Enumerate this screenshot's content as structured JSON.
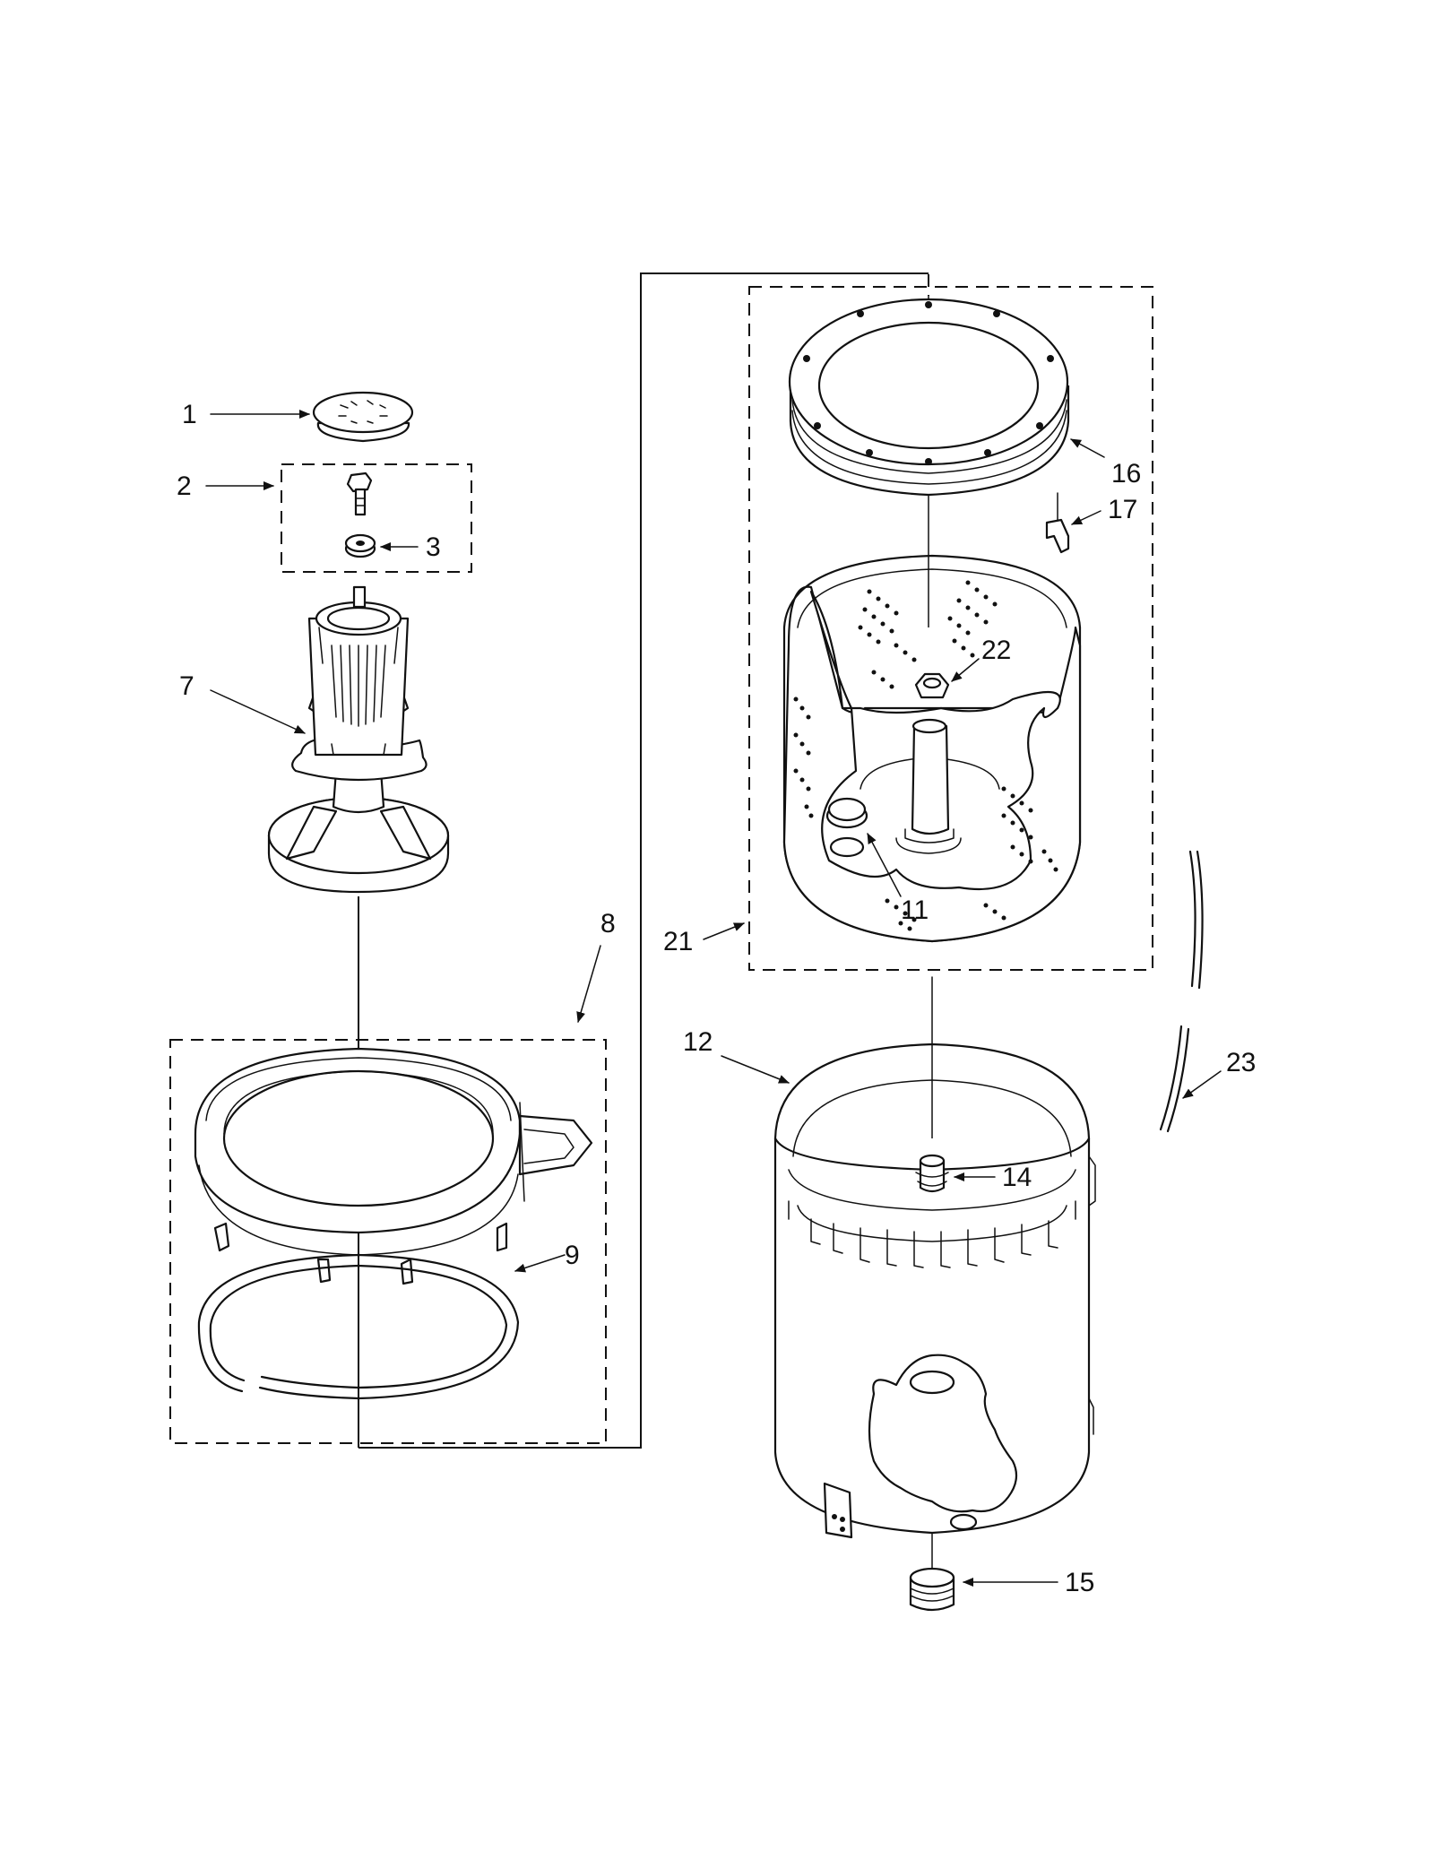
{
  "callouts": [
    {
      "id": "1",
      "text": "1"
    },
    {
      "id": "2",
      "text": "2"
    },
    {
      "id": "3",
      "text": "3"
    },
    {
      "id": "7",
      "text": "7"
    },
    {
      "id": "8",
      "text": "8"
    },
    {
      "id": "9",
      "text": "9"
    },
    {
      "id": "11",
      "text": "11"
    },
    {
      "id": "12",
      "text": "12"
    },
    {
      "id": "14",
      "text": "14"
    },
    {
      "id": "15",
      "text": "15"
    },
    {
      "id": "16",
      "text": "16"
    },
    {
      "id": "17",
      "text": "17"
    },
    {
      "id": "21",
      "text": "21"
    },
    {
      "id": "22",
      "text": "22"
    },
    {
      "id": "23",
      "text": "23"
    }
  ],
  "parts": [
    {
      "callout": "1",
      "name": "agitator-cap-icon"
    },
    {
      "callout": "2",
      "name": "bolt-kit-icon"
    },
    {
      "callout": "3",
      "name": "washer-icon"
    },
    {
      "callout": "7",
      "name": "agitator-icon"
    },
    {
      "callout": "8",
      "name": "tub-ring-kit-icon"
    },
    {
      "callout": "9",
      "name": "tub-seal-ring-icon"
    },
    {
      "callout": "11",
      "name": "basket-plug-icon"
    },
    {
      "callout": "12",
      "name": "outer-tub-icon"
    },
    {
      "callout": "14",
      "name": "tub-bearing-icon"
    },
    {
      "callout": "15",
      "name": "drain-fitting-icon"
    },
    {
      "callout": "16",
      "name": "balance-ring-icon"
    },
    {
      "callout": "17",
      "name": "clip-icon"
    },
    {
      "callout": "21",
      "name": "wash-basket-kit-icon"
    },
    {
      "callout": "22",
      "name": "basket-nut-icon"
    },
    {
      "callout": "23",
      "name": "hose-icon"
    }
  ]
}
